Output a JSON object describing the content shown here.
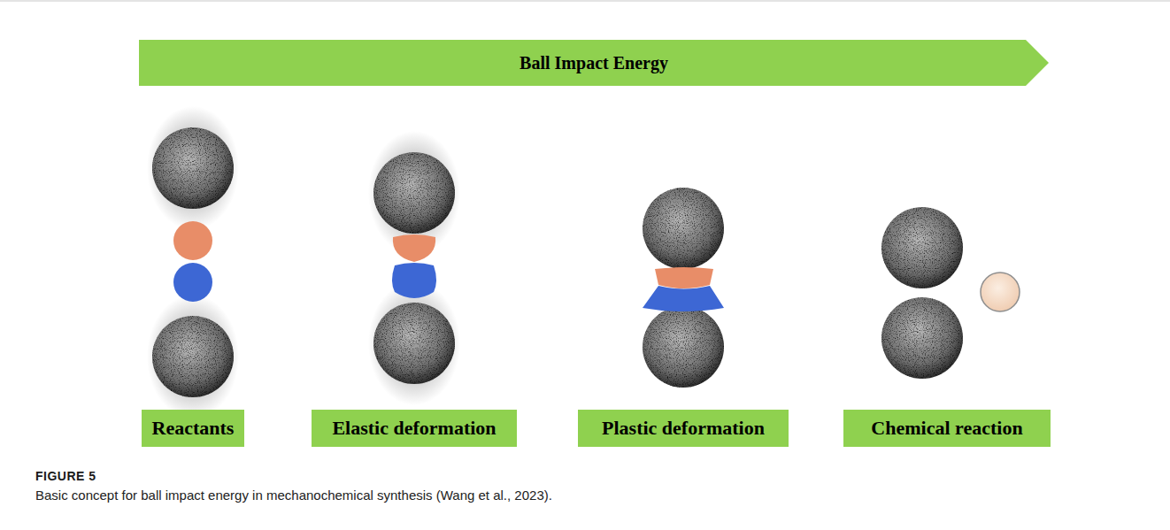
{
  "diagram": {
    "caption": "Basic concept for ball impact energy in mechanochemical synthesis (Wang et al., 2023).",
    "nodes": [
      {
        "text": [
          "Ball Impact Energy"
        ]
      },
      {
        "text": [
          "Reactants"
        ]
      },
      {
        "text": [
          "Elastic deformation"
        ]
      },
      {
        "text": [
          "Plastic deformation"
        ]
      },
      {
        "text": [
          "Chemical reaction"
        ]
      }
    ],
    "labels": [
      "FIGURE 5"
    ]
  }
}
